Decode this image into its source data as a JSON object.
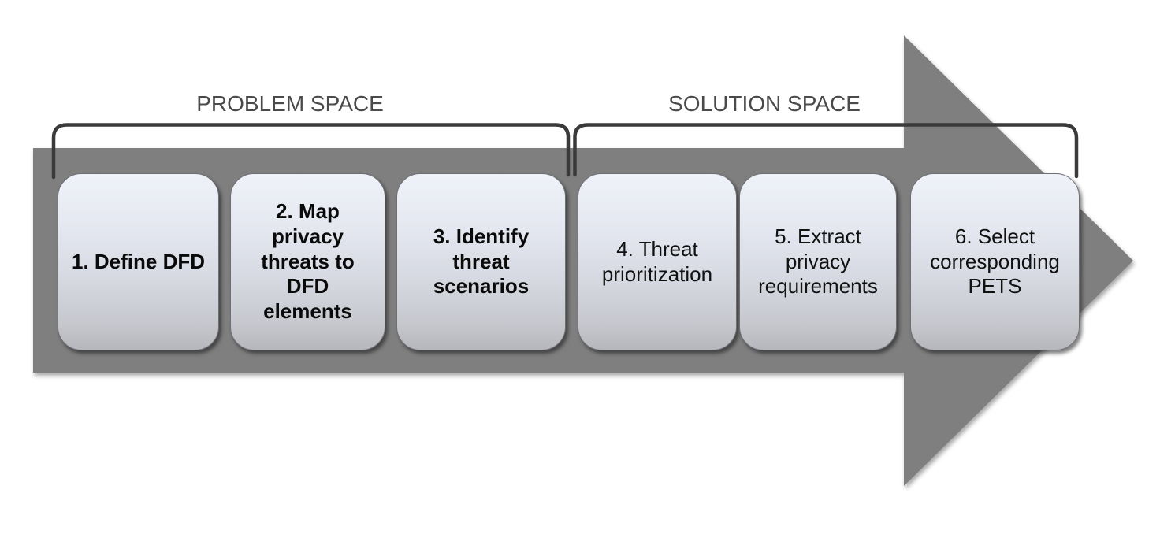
{
  "labels": {
    "problem_space": "PROBLEM SPACE",
    "solution_space": "SOLUTION SPACE"
  },
  "steps": [
    {
      "space": "problem",
      "label": "1. Define DFD"
    },
    {
      "space": "problem",
      "label": "2. Map\nprivacy\nthreats to\nDFD\nelements"
    },
    {
      "space": "problem",
      "label": "3. Identify\nthreat\nscenarios"
    },
    {
      "space": "solution",
      "label": "4. Threat\nprioritization"
    },
    {
      "space": "solution",
      "label": "5. Extract\nprivacy\nrequirements"
    },
    {
      "space": "solution",
      "label": "6. Select\ncorresponding\nPETS"
    }
  ],
  "colors": {
    "arrow": "#7f7f7f",
    "bracket": "#3a3a3a",
    "heading_text": "#4a4a4a",
    "step_text": "#111111"
  }
}
